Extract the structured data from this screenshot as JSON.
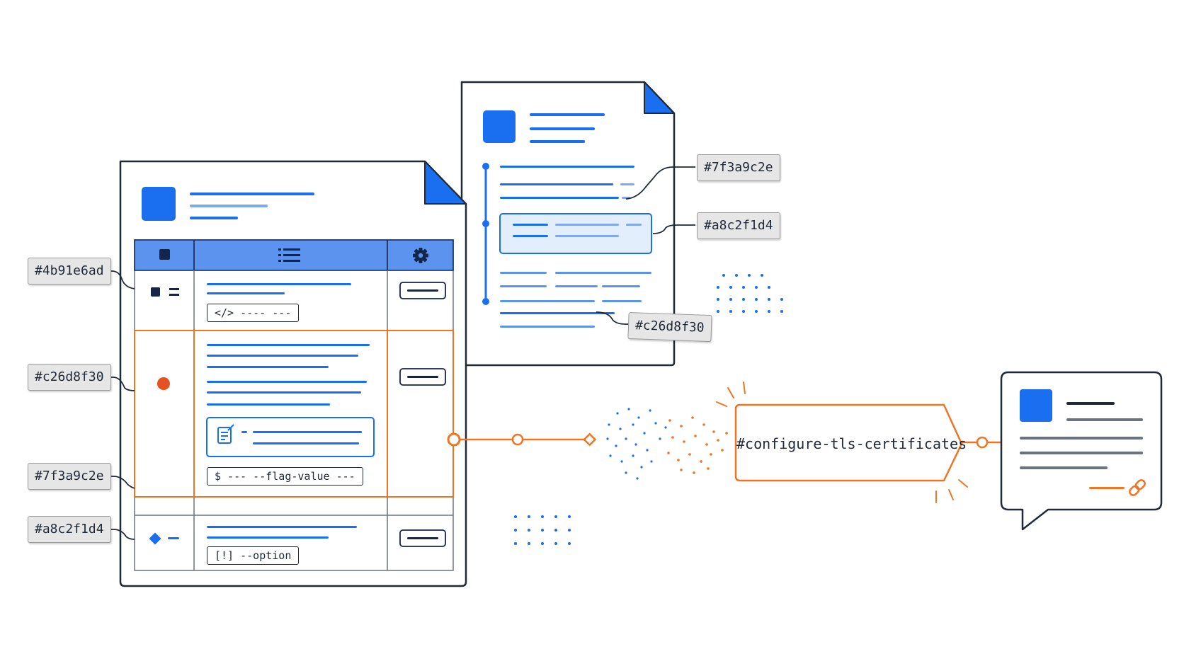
{
  "colors": {
    "blue": "#1a6ff0",
    "orange": "#f07522",
    "navy": "#13254b",
    "header_fill": "#5b93ee",
    "highlight_fill": "#e3eefc",
    "ink": "#1f2937"
  },
  "main_document": {
    "header_icons": [
      "square-icon",
      "list-icon",
      "gear-icon"
    ],
    "rows": [
      {
        "marker": "square-lines-icon",
        "code_chip": "</> ---- ---"
      },
      {
        "marker": "orange-dot-icon",
        "code_chip": "$ --- --flag-value ---",
        "note_icon": "note-edit-icon"
      },
      {
        "marker": "diamond-icon",
        "code_chip": "[!] --option"
      }
    ]
  },
  "left_tags": [
    "#4b91e6ad",
    "#c26d8f30",
    "#7f3a9c2e",
    "#a8c2f1d4"
  ],
  "second_document": {
    "tags": [
      "#7f3a9c2e",
      "#a8c2f1d4",
      "#c26d8f30"
    ]
  },
  "topic_node": {
    "label": "#configure-tls-certificates"
  },
  "chat_bubble": {
    "link_icon": "link-icon"
  }
}
